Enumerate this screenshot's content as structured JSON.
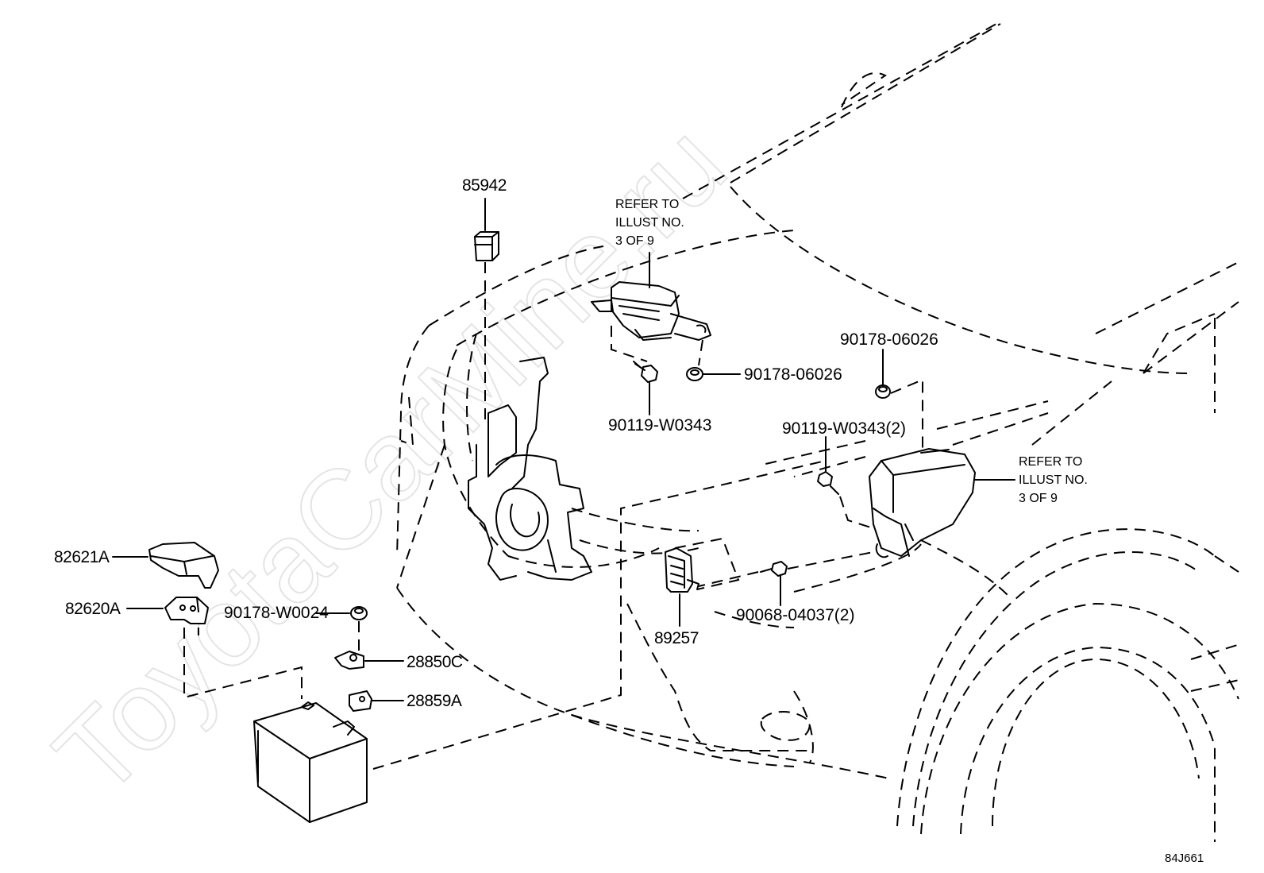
{
  "watermark": "ToyotaCarMine.ru",
  "figure_code": "84J661",
  "notes": {
    "top": [
      "REFER TO",
      "ILLUST NO.",
      "3 OF 9"
    ],
    "right": [
      "REFER TO",
      "ILLUST NO.",
      "3 OF 9"
    ]
  },
  "parts": {
    "p85942": "85942",
    "p90178_06026_a": "90178-06026",
    "p90178_06026_b": "90178-06026",
    "p90119_W0343": "90119-W0343",
    "p90119_W0343_2": "90119-W0343(2)",
    "p82621A": "82621A",
    "p82620A": "82620A",
    "p90178_W0024": "90178-W0024",
    "p28850C": "28850C",
    "p28859A": "28859A",
    "p90068_04037_2": "90068-04037(2)",
    "p89257": "89257"
  }
}
